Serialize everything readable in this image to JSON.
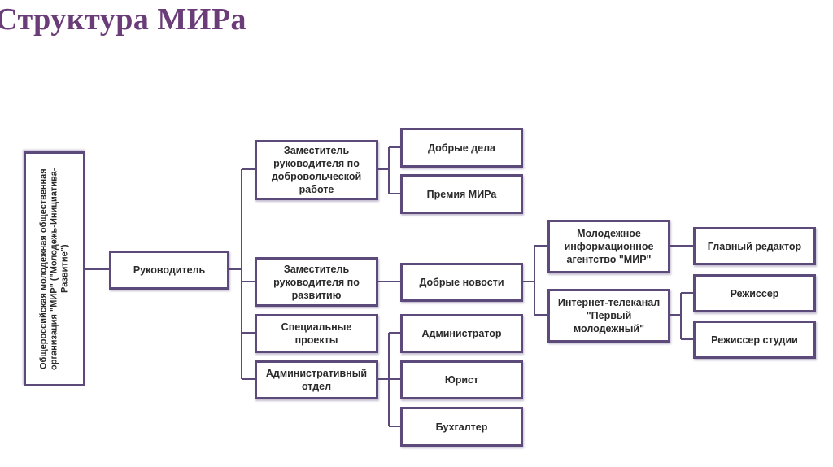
{
  "title": "Структура МИРа",
  "colors": {
    "title": "#6a3d78",
    "border": "#5b4a7a",
    "line": "#5b4a7a"
  },
  "nodes": {
    "root": "Общероссийская молодежная общественная организация \"МИР\" (\"Молодежь-Инициатива-Развитие\")",
    "head": "Руководитель",
    "deputy_volunteer": "Заместитель руководителя по добровольческой работе",
    "deputy_development": "Заместитель руководителя по развитию",
    "special_projects": "Специальные проекты",
    "admin_dept": "Административный отдел",
    "good_deeds": "Добрые дела",
    "mir_award": "Премия МИРа",
    "good_news": "Добрые новости",
    "administrator": "Администратор",
    "lawyer": "Юрист",
    "accountant": "Бухгалтер",
    "news_agency": "Молодежное информационное агентство \"МИР\"",
    "tv_channel": "Интернет-телеканал \"Первый молодежный\"",
    "chief_editor": "Главный редактор",
    "director": "Режиссер",
    "studio_director": "Режиссер студии"
  }
}
